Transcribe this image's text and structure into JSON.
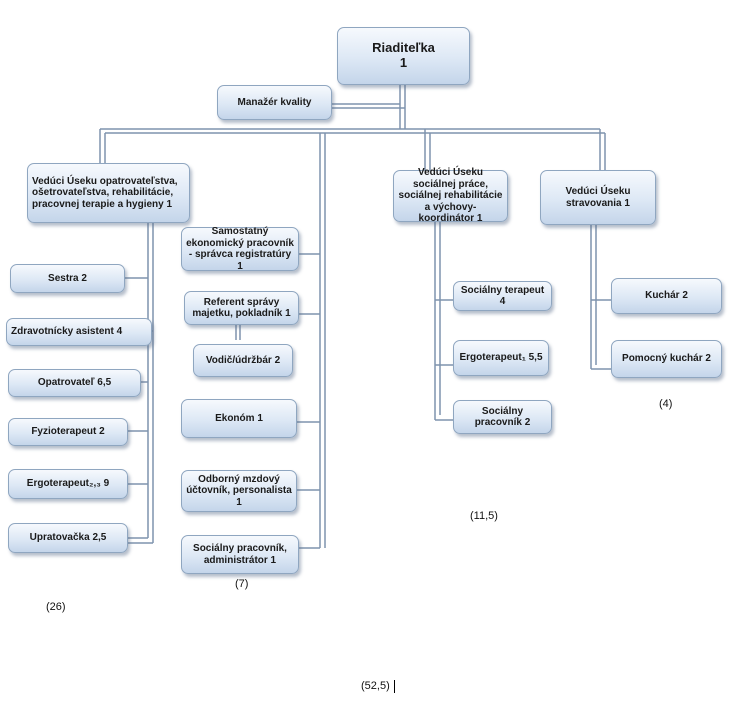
{
  "director": {
    "label": "Riaditeľka\n1"
  },
  "quality_manager": {
    "label": "Manažér kvality"
  },
  "care_head": {
    "label": "Vedúci Úseku opatrovateľstva, ošetrovateľstva, rehabilitácie, pracovnej terapie a hygieny   1"
  },
  "care_staff": [
    {
      "label": "Sestra      2"
    },
    {
      "label": "Zdravotnícky asistent 4"
    },
    {
      "label": "Opatrovateľ 6,5"
    },
    {
      "label": "Fyzioterapeut 2"
    },
    {
      "label": "Ergoterapeut₂,₃ 9"
    },
    {
      "label": "Upratovačka   2,5"
    }
  ],
  "care_total": "(26)",
  "econ_staff": [
    {
      "label": "Samostatný ekonomický pracovník - správca registratúry 1"
    },
    {
      "label": "Referent správy majetku, pokladník 1"
    },
    {
      "label": "Vodič/údržbár 2"
    },
    {
      "label": "Ekonóm     1"
    },
    {
      "label": "Odborný mzdový účtovník, personalista 1"
    },
    {
      "label": "Sociálny pracovník, administrátor  1"
    }
  ],
  "econ_total": "(7)",
  "social_head": {
    "label": "Vedúci Úseku sociálnej práce, sociálnej rehabilitácie a výchovy-koordinátor   1"
  },
  "social_staff": [
    {
      "label": "Sociálny terapeut 4"
    },
    {
      "label": "Ergoterapeut₁ 5,5"
    },
    {
      "label": "Sociálny pracovník 2"
    }
  ],
  "social_total": "(11,5)",
  "catering_head": {
    "label": "Vedúci Úseku stravovania  1"
  },
  "catering_staff": [
    {
      "label": "Kuchár  2"
    },
    {
      "label": "Pomocný kuchár  2"
    }
  ],
  "catering_total": "(4)",
  "grand_total": "(52,5)"
}
